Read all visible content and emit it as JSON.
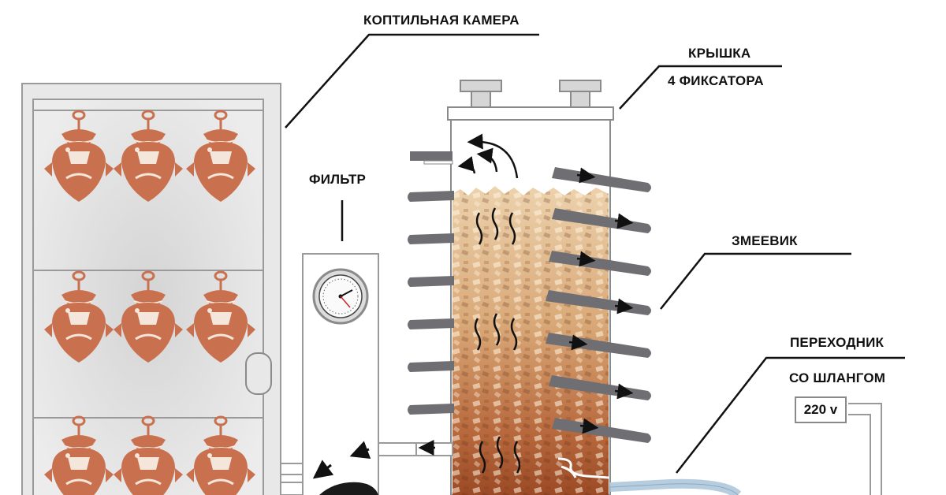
{
  "labels": {
    "chamber": "КОПТИЛЬНАЯ КАМЕРА",
    "lid": "КРЫШКА",
    "latches": "4 ФИКСАТОРА",
    "filter": "ФИЛЬТР",
    "coil": "ЗМЕЕВИК",
    "adapter_line1": "ПЕРЕХОДНИК",
    "adapter_line2": "СО ШЛАНГОМ",
    "voltage": "220 v"
  },
  "colors": {
    "fish": "#c9714f",
    "fish_light": "#f5e6dc",
    "chips_light": "#e6c39c",
    "chips_dark": "#a8562e",
    "coil_pipe": "#6f6f73",
    "hose": "#b6cde0",
    "chamber_frame": "#e8e8e8",
    "smoke": "#d9d9d9"
  },
  "icons": [
    "fish-icon",
    "thermometer-icon",
    "smoke-arrow-icon",
    "heat-wave-icon",
    "heater-icon"
  ]
}
